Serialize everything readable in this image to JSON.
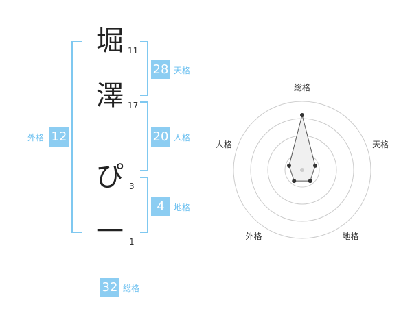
{
  "name_chars": [
    {
      "char": "堀",
      "strokes": "11"
    },
    {
      "char": "澤",
      "strokes": "17"
    },
    {
      "char": "ぴ",
      "strokes": "3"
    },
    {
      "char": "一",
      "strokes": "1"
    }
  ],
  "scores": {
    "tenkaku": {
      "value": "28",
      "label": "天格"
    },
    "jinkaku": {
      "value": "20",
      "label": "人格"
    },
    "chikaku": {
      "value": "4",
      "label": "地格"
    },
    "gaikaku": {
      "value": "12",
      "label": "外格"
    },
    "soukaku": {
      "value": "32",
      "label": "総格"
    }
  },
  "chart_data": {
    "type": "radar",
    "axes": [
      "総格",
      "天格",
      "地格",
      "外格",
      "人格"
    ],
    "values": [
      0.8,
      0.2,
      0.2,
      0.2,
      0.2
    ],
    "rings": 4,
    "colors": {
      "fill": "#f0f0f0",
      "line": "#555555",
      "point": "#333333",
      "ring": "#cccccc"
    }
  },
  "colors": {
    "accent": "#8ccdf2",
    "bracket": "#7fc8f0",
    "label": "#69bff0"
  }
}
